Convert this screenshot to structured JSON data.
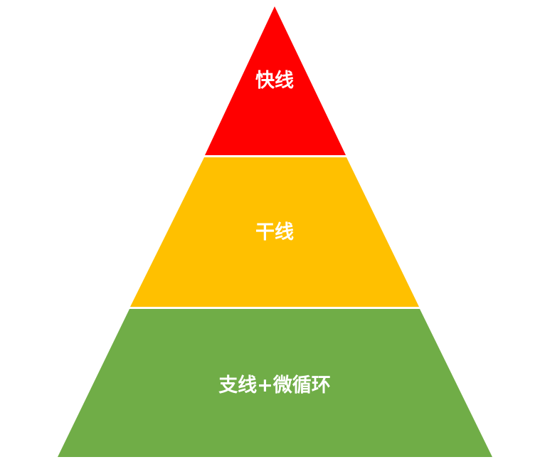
{
  "diagram": {
    "type": "pyramid",
    "levels": [
      {
        "label": "快线",
        "color": "#ff0000"
      },
      {
        "label": "干线",
        "color": "#ffc000"
      },
      {
        "label": "支线+微循环",
        "color": "#70ad47"
      }
    ]
  }
}
